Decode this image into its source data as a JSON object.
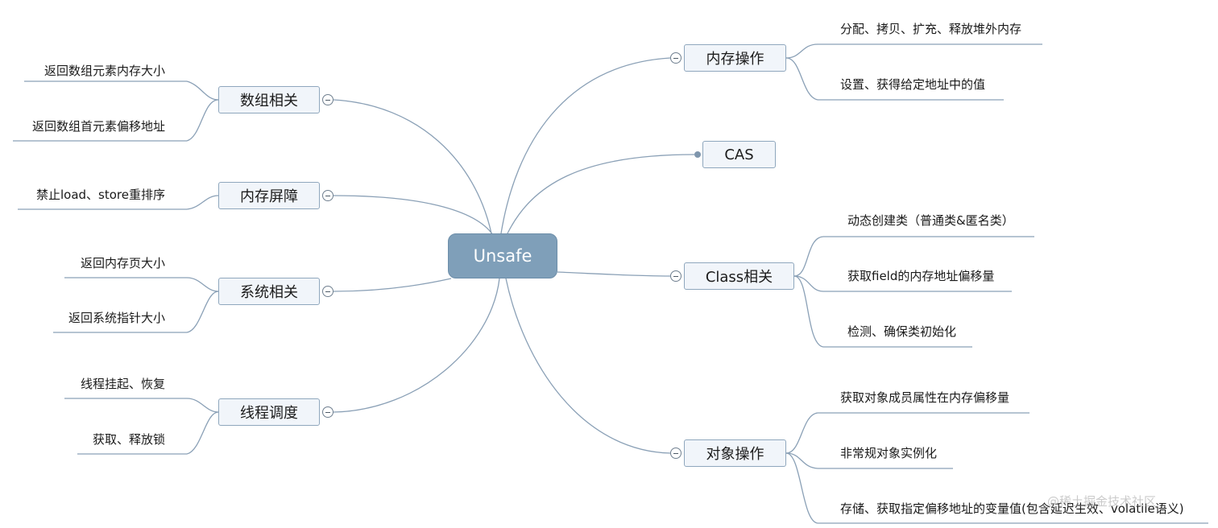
{
  "center": {
    "label": "Unsafe"
  },
  "left_branches": [
    {
      "label": "数组相关",
      "leaves": [
        "返回数组元素内存大小",
        "返回数组首元素偏移地址"
      ]
    },
    {
      "label": "内存屏障",
      "leaves": [
        "禁止load、store重排序"
      ]
    },
    {
      "label": "系统相关",
      "leaves": [
        "返回内存页大小",
        "返回系统指针大小"
      ]
    },
    {
      "label": "线程调度",
      "leaves": [
        "线程挂起、恢复",
        "获取、释放锁"
      ]
    }
  ],
  "right_branches": [
    {
      "label": "内存操作",
      "leaves": [
        "分配、拷贝、扩充、释放堆外内存",
        "设置、获得给定地址中的值"
      ]
    },
    {
      "label": "CAS",
      "leaves": []
    },
    {
      "label": "Class相关",
      "leaves": [
        "动态创建类（普通类&匿名类）",
        "获取field的内存地址偏移量",
        "检测、确保类初始化"
      ]
    },
    {
      "label": "对象操作",
      "leaves": [
        "获取对象成员属性在内存偏移量",
        "非常规对象实例化",
        "存储、获取指定偏移地址的变量值(包含延迟生效、volatile语义)"
      ]
    }
  ],
  "watermark": "@稀土掘金技术社区",
  "colors": {
    "line": "#8aa0b6",
    "center_fill": "#7f9fb9",
    "branch_fill": "#f1f5fa",
    "branch_border": "#8fa7bd"
  }
}
